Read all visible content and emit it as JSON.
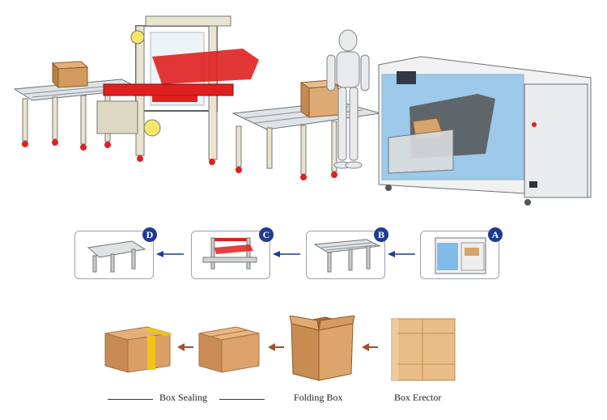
{
  "steps": [
    {
      "badge": "D",
      "icon": "sealed-box-conveyor-icon"
    },
    {
      "badge": "C",
      "icon": "box-sealer-icon"
    },
    {
      "badge": "B",
      "icon": "roller-conveyor-icon"
    },
    {
      "badge": "A",
      "icon": "box-erector-icon"
    }
  ],
  "boxes": [
    {
      "caption": "Box Sealing"
    },
    {
      "caption": "Folding Box"
    },
    {
      "caption": "Box Erector"
    }
  ],
  "colors": {
    "badge": "#1f3b93",
    "flow_arrow": "#1f3b93",
    "box_arrow": "#a0522d",
    "carton": "#d2a06a",
    "tape": "#f0c419",
    "machine_red": "#e02020",
    "erector_blue": "#5aa9e6",
    "frame": "#e9e4cf"
  }
}
